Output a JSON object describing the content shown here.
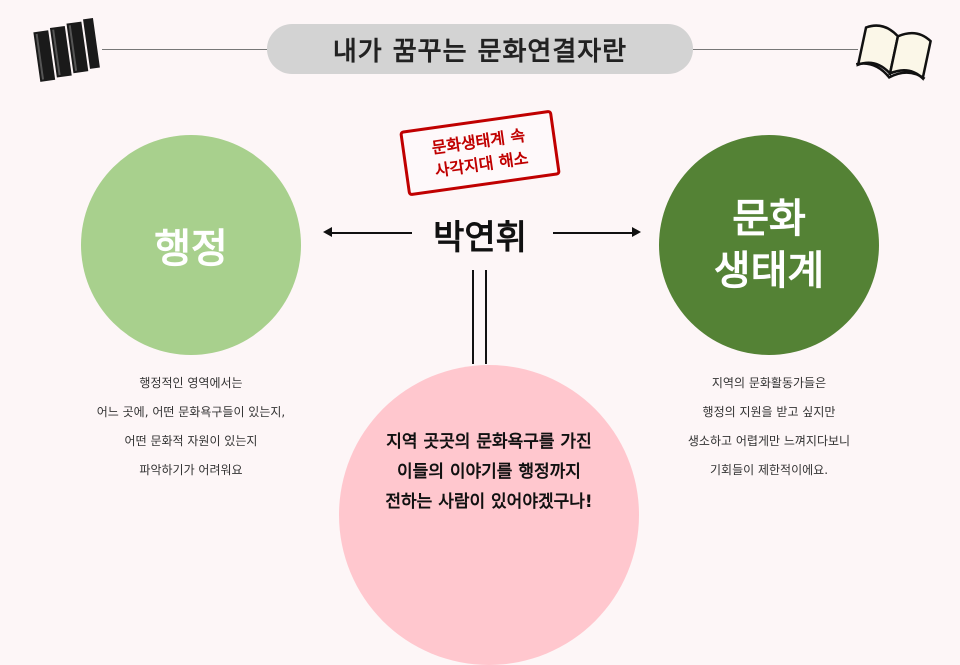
{
  "header": {
    "title": "내가 꿈꾸는 문화연결자란"
  },
  "center": {
    "name": "박연휘"
  },
  "stamp": {
    "line1": "문화생태계 속",
    "line2": "사각지대 해소"
  },
  "left": {
    "circle_label": "행정",
    "description": [
      "행정적인 영역에서는",
      "어느 곳에, 어떤 문화욕구들이 있는지,",
      "어떤 문화적 자원이 있는지",
      "파악하기가 어려워요"
    ]
  },
  "right": {
    "circle_line1": "문화",
    "circle_line2": "생태계",
    "description": [
      "지역의 문화활동가들은",
      "행정의 지원을 받고 싶지만",
      "생소하고 어렵게만 느껴지다보니",
      "기회들이 제한적이에요."
    ]
  },
  "bottom": {
    "lines": [
      "지역 곳곳의 문화욕구를 가진",
      "이들의 이야기를 행정까지",
      "전하는 사람이 있어야겠구나!"
    ]
  },
  "colors": {
    "left_circle": "#a8d08d",
    "right_circle": "#548235",
    "bottom_circle": "#ffc7ce",
    "stamp": "#c00000",
    "title_pill": "#d3d3d3"
  },
  "icons": {
    "top_left": "books-icon",
    "top_right": "open-book-icon"
  }
}
